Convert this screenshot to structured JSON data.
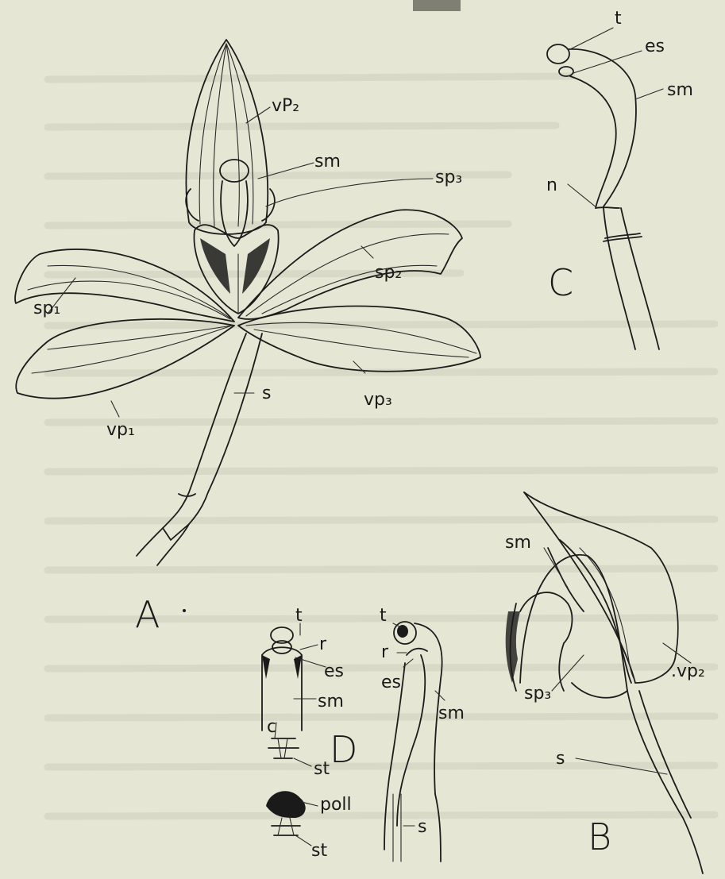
{
  "figures": {
    "A": {
      "letter": "A",
      "labels": {
        "vp2": "vP₂",
        "sm": "sm",
        "sp3": "sp₃",
        "sp2": "sp₂",
        "sp1": "sp₁",
        "s": "s",
        "vp1": "vp₁",
        "vp3": "vp₃"
      }
    },
    "B": {
      "letter": "B",
      "labels": {
        "sm": "sm",
        "vp2": ".vp₂",
        "sp3": "sp₃",
        "s": "s"
      }
    },
    "C": {
      "letter": "C",
      "labels": {
        "t": "t",
        "es": "es",
        "sm": "sm",
        "n": "n"
      }
    },
    "D": {
      "letter": "D",
      "labels": {
        "t": "t",
        "r": "r",
        "es": "es",
        "sm": "sm",
        "c": "c",
        "st": "st",
        "poll": "poll",
        "st2": "st"
      },
      "side_labels": {
        "t": "t",
        "r": "r",
        "es": "es",
        "sm": "sm",
        "s": "s"
      }
    }
  }
}
